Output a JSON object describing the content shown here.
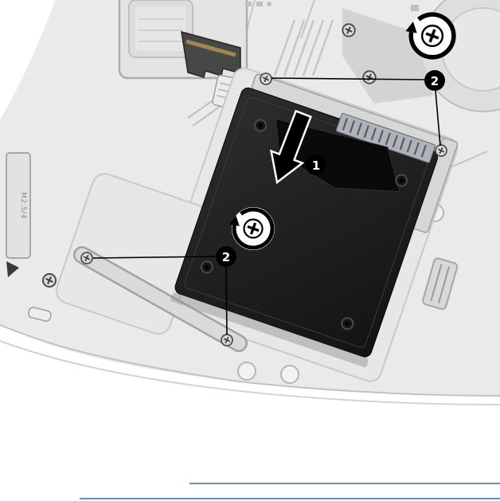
{
  "figure": {
    "callouts": {
      "step1": {
        "label": "1"
      },
      "screws_top": {
        "label": "2"
      },
      "screws_bottom": {
        "label": "2"
      }
    },
    "markings": {
      "screw_spec": "M2.5/4"
    },
    "icons": {
      "tighten_top": "screw-tighten-clockwise-icon",
      "tighten_center": "screw-tighten-clockwise-icon",
      "insert_arrow": "insert-direction-arrow"
    },
    "colors": {
      "page_bg": "#ffffff",
      "chassis": "#eaeaea",
      "chassis_line": "#bdbdbd",
      "drive_body": "#1e1e1e",
      "bracket_rail": "#d7d7d7",
      "callout_bg": "#000000",
      "callout_text": "#ffffff",
      "footer_rule": "#6d8fa8"
    }
  }
}
